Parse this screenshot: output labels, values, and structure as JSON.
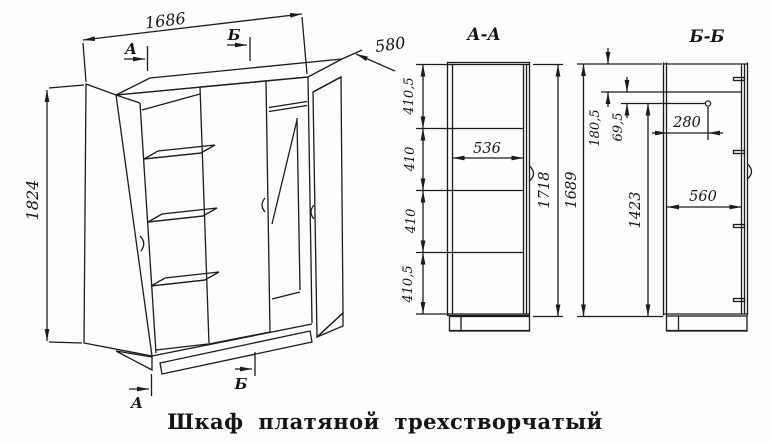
{
  "caption": "Шкаф платяной трехстворчатый",
  "perspective": {
    "dim_width": "1686",
    "dim_depth": "580",
    "dim_height": "1824",
    "marker_a": "А",
    "marker_b": "Б"
  },
  "section_aa": {
    "title": "А-А",
    "shelf_spacing": [
      "410,5",
      "410",
      "410",
      "410,5"
    ],
    "inner_width": "536",
    "inner_height": "1718"
  },
  "section_bb": {
    "title": "Б-Б",
    "height": "1689",
    "top_offset": "180,5",
    "rod_drop": "69,5",
    "rod_inset": "280",
    "rod_to_bottom": "1423",
    "inner_depth": "560"
  }
}
